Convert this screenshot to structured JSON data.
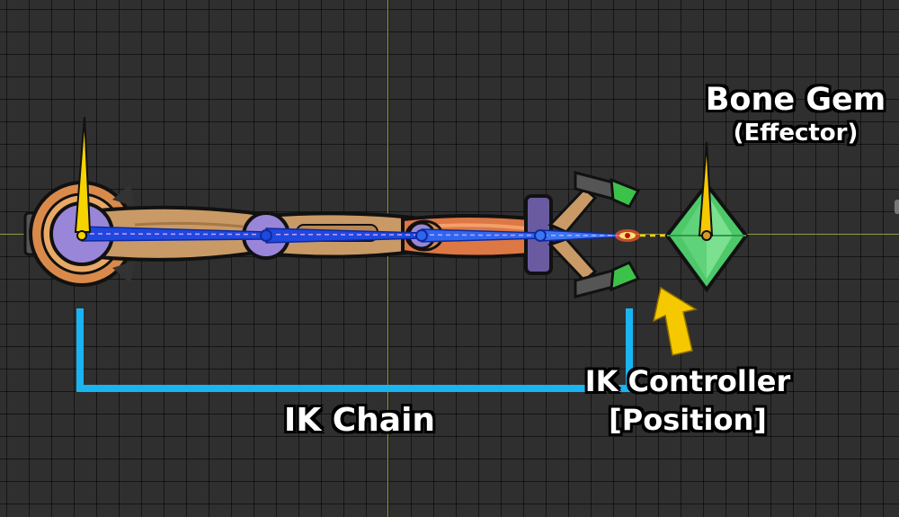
{
  "labels": {
    "bone_gem_title": "Bone Gem",
    "bone_gem_subtitle": "(Effector)",
    "ik_controller_title": "IK Controller",
    "ik_controller_subtitle": "[Position]",
    "ik_chain": "IK Chain"
  },
  "colors": {
    "background": "#2f2f2f",
    "axis": "#8f9a45",
    "bone_blue": "#1f48e0",
    "joint_purple": "#9a86d8",
    "chain_bracket": "#1ab4f0",
    "arrow_yellow": "#f5c800",
    "gem_green": "#4ec96a",
    "skin_tan": "#c99a66",
    "skin_orange": "#dd7744"
  },
  "icons": {
    "pointer": "yellow-arrow-icon",
    "effector": "bone-gem-icon",
    "controller": "ik-target-icon"
  }
}
